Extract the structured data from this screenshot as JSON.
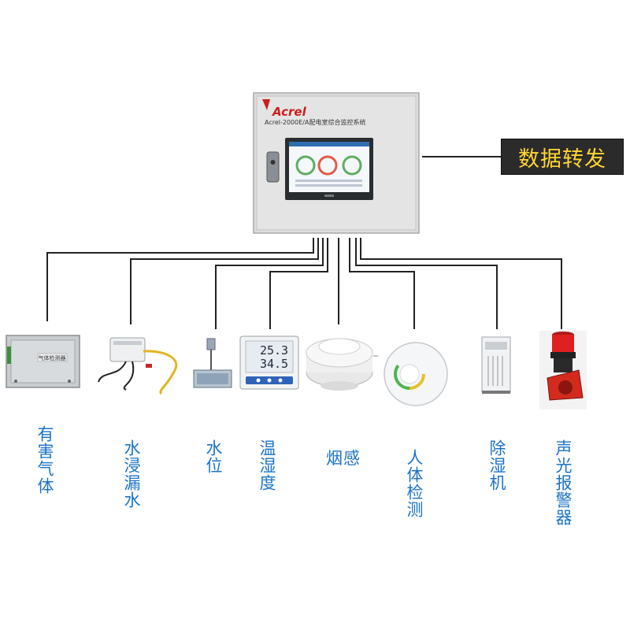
{
  "cabinet": {
    "brand": "Acrel",
    "model_line": "Acrel-2000E/A配电室综合监控系统"
  },
  "forwarding": {
    "label": "数据转发"
  },
  "device_readouts": {
    "temperature": "25.3",
    "humidity": "34.5"
  },
  "devices": [
    {
      "id": "gas",
      "label": "有害气体",
      "panel_text": "气体检测器"
    },
    {
      "id": "water-leak",
      "label": "水浸漏水"
    },
    {
      "id": "water-level",
      "label": "水位"
    },
    {
      "id": "temp-humidity",
      "label": "温湿度"
    },
    {
      "id": "smoke",
      "label": "烟感"
    },
    {
      "id": "human-detect",
      "label": "人体检测"
    },
    {
      "id": "dehumidifier",
      "label": "除湿机"
    },
    {
      "id": "alarm",
      "label": "声光报警器"
    }
  ],
  "colors": {
    "label_blue": "#1a73c8",
    "forward_bg": "#2b2b2b",
    "forward_text": "#ffd633",
    "brand_red": "#cc1e1e",
    "line": "#222222"
  }
}
